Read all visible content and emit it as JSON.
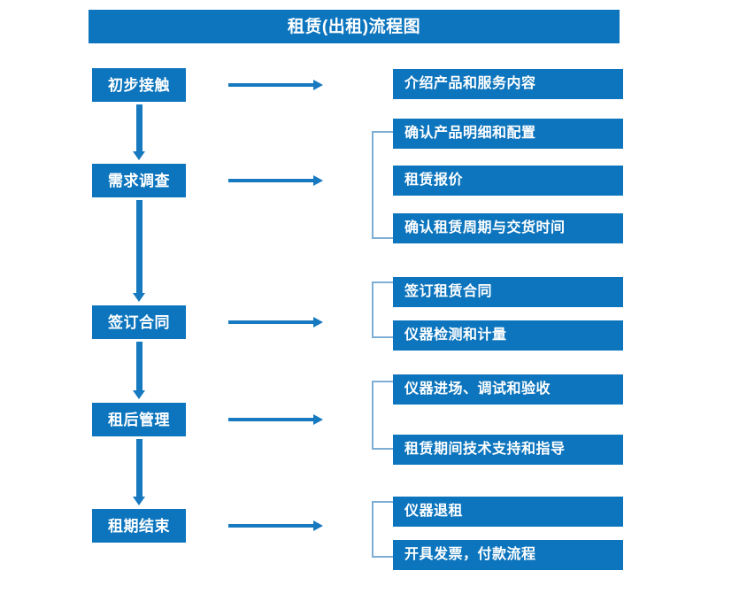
{
  "diagram": {
    "title": "租赁(出租)流程图",
    "colors": {
      "box_fill": "#0d75bd",
      "box_text": "#ffffff",
      "arrow": "#1779bf",
      "bracket": "#7eaed4",
      "background": "#ffffff"
    },
    "stages": [
      {
        "id": "stage-1",
        "label": "初步接触"
      },
      {
        "id": "stage-2",
        "label": "需求调查"
      },
      {
        "id": "stage-3",
        "label": "签订合同"
      },
      {
        "id": "stage-4",
        "label": "租后管理"
      },
      {
        "id": "stage-5",
        "label": "租期结束"
      }
    ],
    "groups": [
      {
        "stage": "初步接触",
        "bracketed": false,
        "tasks": [
          {
            "label": "介绍产品和服务内容"
          }
        ]
      },
      {
        "stage": "需求调查",
        "bracketed": true,
        "tasks": [
          {
            "label": "确认产品明细和配置"
          },
          {
            "label": "租赁报价"
          },
          {
            "label": "确认租赁周期与交货时间"
          }
        ]
      },
      {
        "stage": "签订合同",
        "bracketed": true,
        "tasks": [
          {
            "label": "签订租赁合同"
          },
          {
            "label": "仪器检测和计量"
          }
        ]
      },
      {
        "stage": "租后管理",
        "bracketed": true,
        "tasks": [
          {
            "label": "仪器进场、调试和验收"
          },
          {
            "label": "租赁期间技术支持和指导"
          }
        ]
      },
      {
        "stage": "租期结束",
        "bracketed": true,
        "tasks": [
          {
            "label": "仪器退租"
          },
          {
            "label": "开具发票，付款流程"
          }
        ]
      }
    ],
    "flow_arrows": {
      "vertical_count": 4,
      "horizontal_count": 5,
      "direction": "top-to-bottom, left-to-right"
    }
  }
}
